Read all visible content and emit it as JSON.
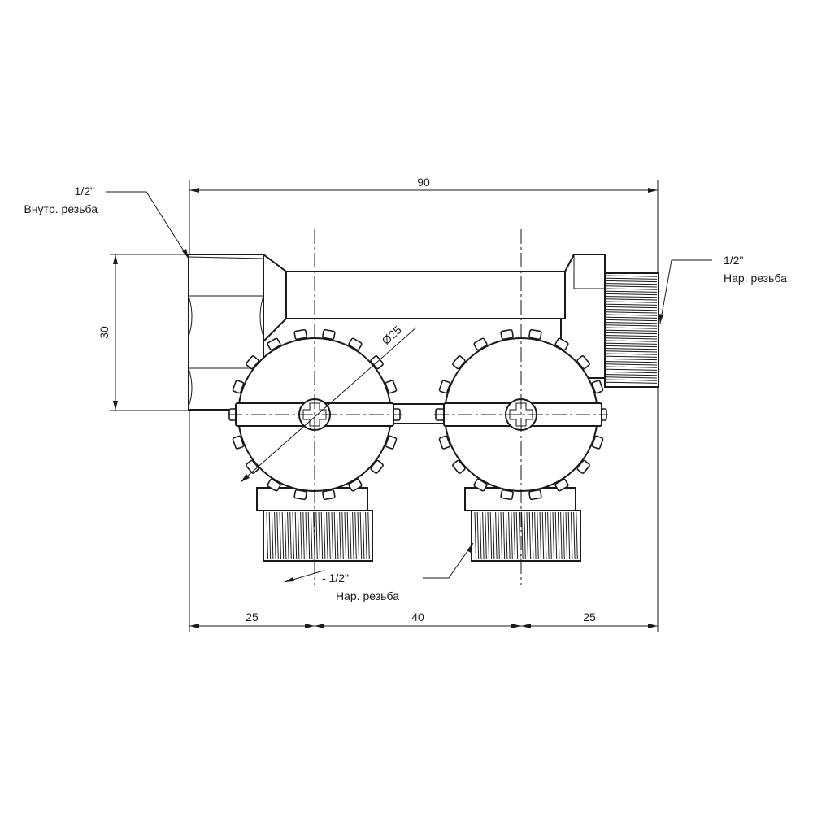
{
  "title": "",
  "colors": {
    "line": "#1a1a1a",
    "background": "#ffffff"
  },
  "dimensions": {
    "overall_width": "90",
    "height": "30",
    "circle_diameter": "Ø25",
    "left_offset": "25",
    "spacing": "40",
    "right_offset": "25"
  },
  "callouts": {
    "inlet_size": "1/2\"",
    "inlet_type": "Внутр. резьба",
    "outlet_size": "1/2\"",
    "outlet_type": "Нар. резьба",
    "bottom_size": "- 1/2\"",
    "bottom_type": "Нар. резьба"
  }
}
